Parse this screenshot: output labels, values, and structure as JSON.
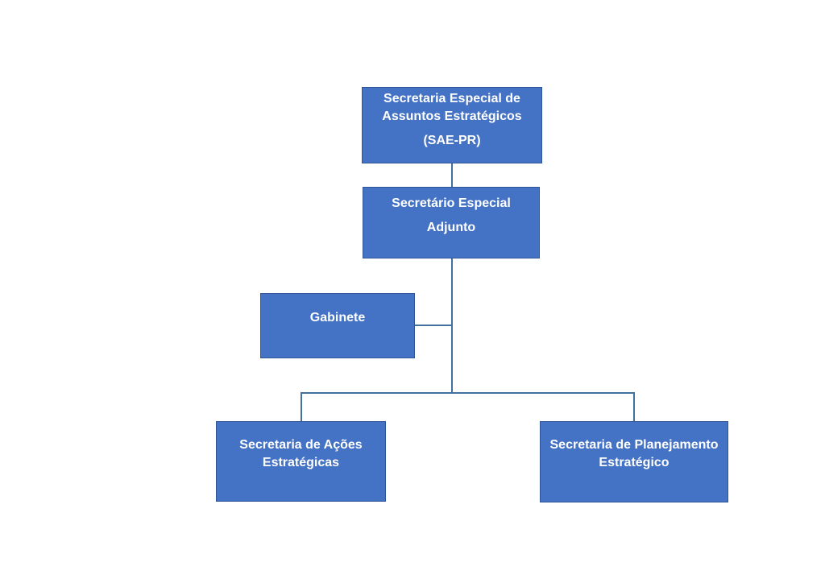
{
  "org_chart": {
    "nodes": {
      "sae_pr": {
        "line1": "Secretaria Especial de",
        "line2": "Assuntos Estratégicos",
        "line3": "(SAE-PR)"
      },
      "adjunto": {
        "line1": "Secretário Especial",
        "line2": "Adjunto"
      },
      "gabinete": {
        "line1": "Gabinete"
      },
      "acoes": {
        "line1": "Secretaria de Ações",
        "line2": "Estratégicas"
      },
      "planejamento": {
        "line1": "Secretaria de Planejamento",
        "line2": "Estratégico"
      }
    },
    "colors": {
      "box_fill": "#4472c4",
      "box_border": "#2f5597",
      "connector": "#41719c",
      "text": "#ffffff"
    }
  }
}
